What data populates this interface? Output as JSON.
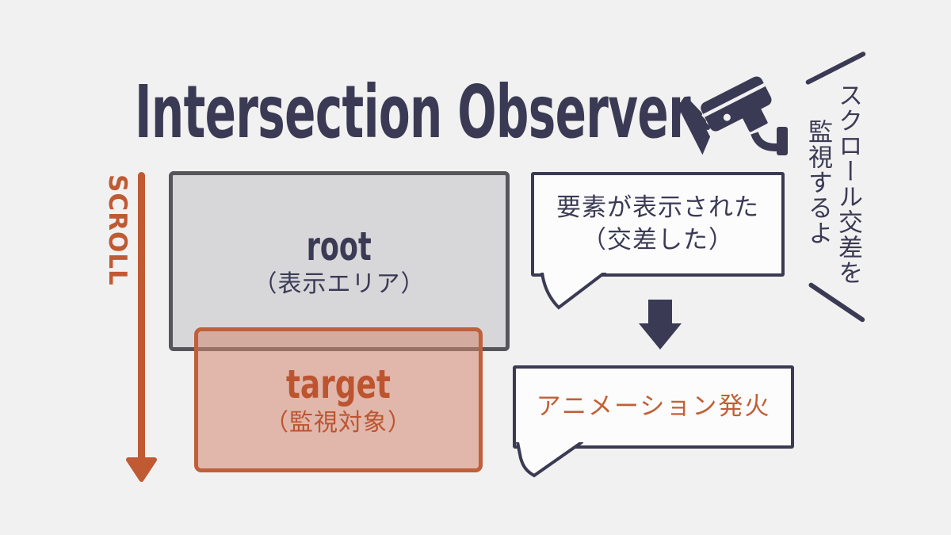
{
  "title": "Intersection Observer",
  "camera_caption": {
    "column1": "スクロール交差を",
    "column2": "監視するよ"
  },
  "scroll": {
    "label": "SCROLL"
  },
  "root_box": {
    "label": "root",
    "sublabel": "（表示エリア）"
  },
  "target_box": {
    "label": "target",
    "sublabel": "（監視対象）"
  },
  "event_bubble": {
    "line1": "要素が表示された",
    "line2": "（交差した）"
  },
  "result_bubble": {
    "text": "アニメーション発火"
  },
  "icons": {
    "camera": "security-camera-icon",
    "scroll_arrow": "scroll-down-arrow-icon",
    "flow_arrow": "down-arrow-icon"
  },
  "colors": {
    "background": "#f1f1f1",
    "navy": "#3b3a55",
    "rust": "#bf5a33",
    "root_fill": "#d7d7da",
    "root_border": "#56565a",
    "target_fill": "rgba(209,134,112,0.55)",
    "target_border": "#c05f3a",
    "bubble_background": "#fcfcfc"
  }
}
